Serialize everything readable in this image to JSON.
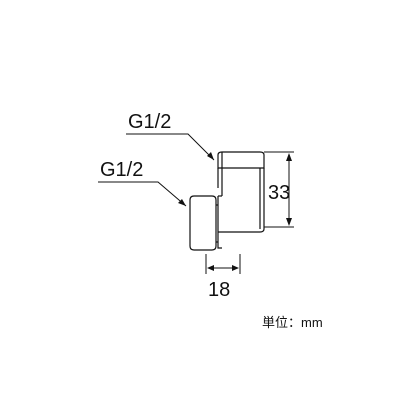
{
  "labels": {
    "upper_thread": "G1/2",
    "lower_thread": "G1/2",
    "height_dim": "33",
    "width_dim": "18"
  },
  "unit": {
    "prefix": "単位",
    "separator": "：",
    "value": "mm"
  },
  "colors": {
    "line": "#111111",
    "background": "#ffffff"
  }
}
